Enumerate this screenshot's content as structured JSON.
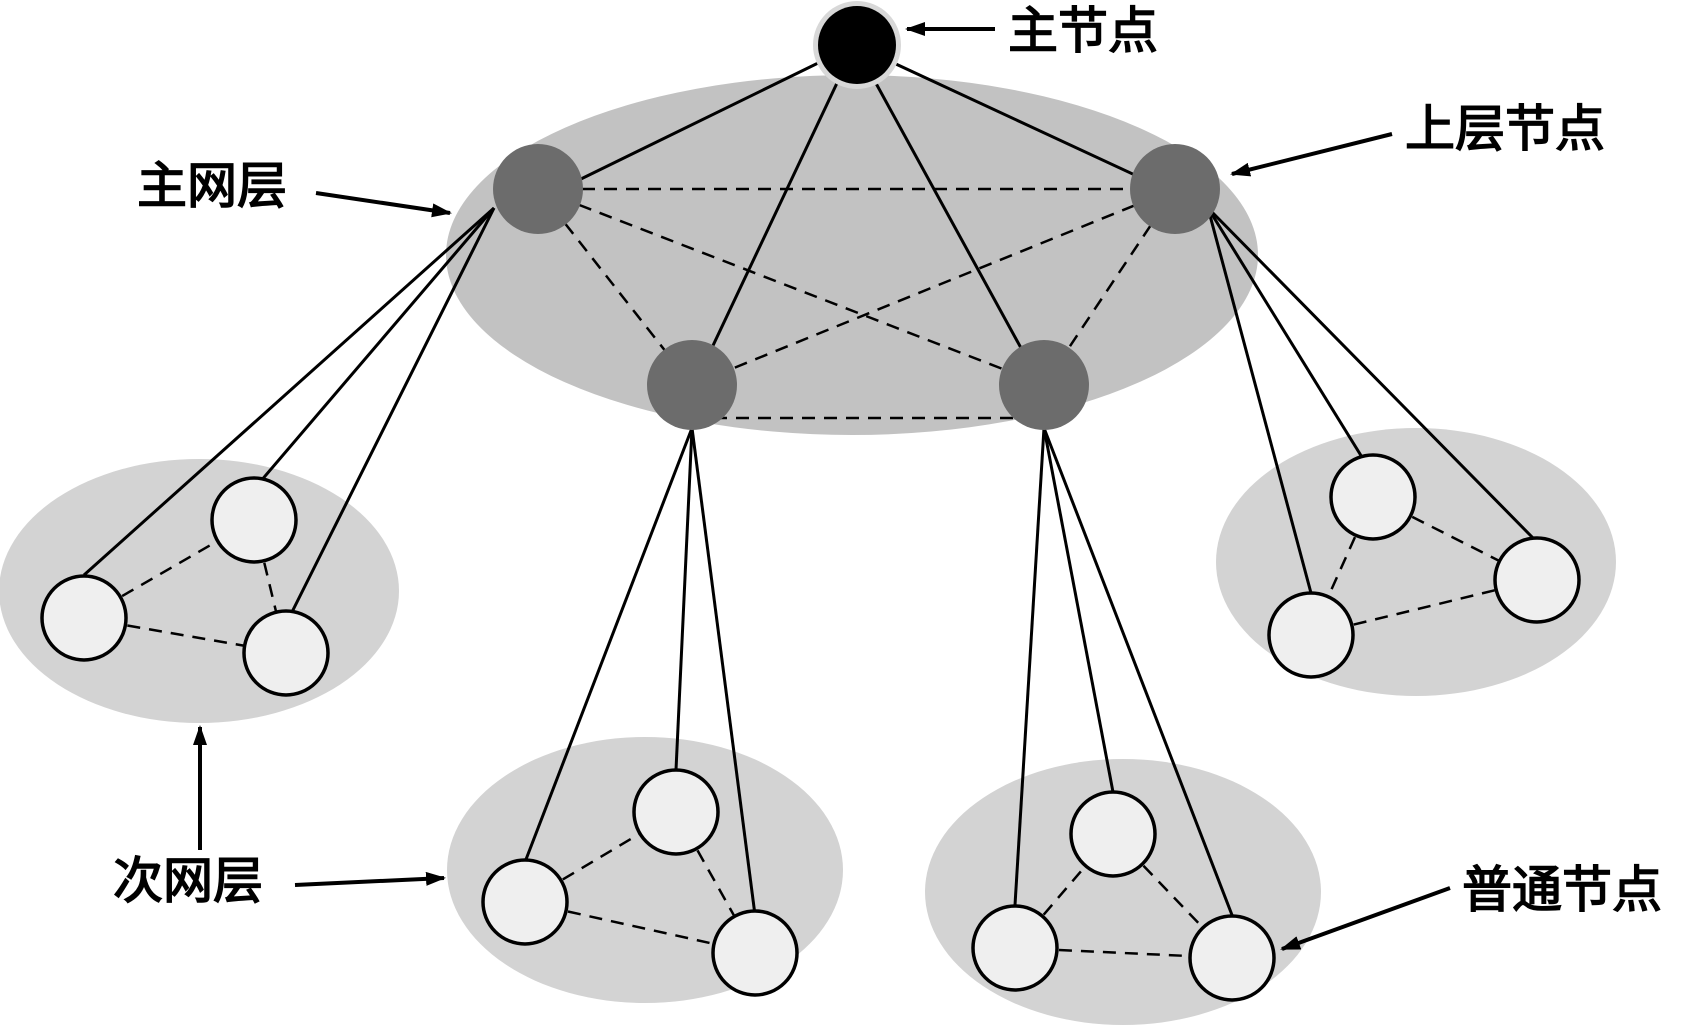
{
  "labels": {
    "root_node": "主节点",
    "upper_node": "上层节点",
    "main_layer": "主网层",
    "sub_layer": "次网层",
    "normal_node": "普通节点"
  },
  "colors": {
    "cluster_fill": "#d3d3d3",
    "main_layer_fill": "#c2c2c2",
    "upper_node_fill": "#6c6c6c",
    "normal_node_fill": "#efefef",
    "root_node_fill": "#000000",
    "line": "#000000"
  }
}
